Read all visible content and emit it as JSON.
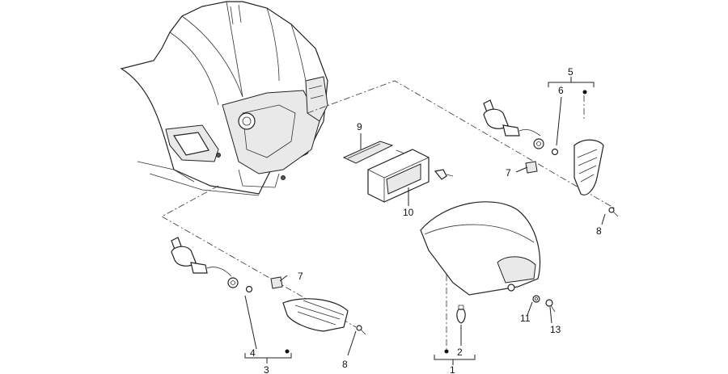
{
  "callouts": {
    "c1": "1",
    "c2": "2",
    "c3": "3",
    "c4": "4",
    "c5": "5",
    "c6": "6",
    "c7a": "7",
    "c7b": "7",
    "c8a": "8",
    "c8b": "8",
    "c9": "9",
    "c10": "10",
    "c11": "11",
    "c13": "13"
  }
}
